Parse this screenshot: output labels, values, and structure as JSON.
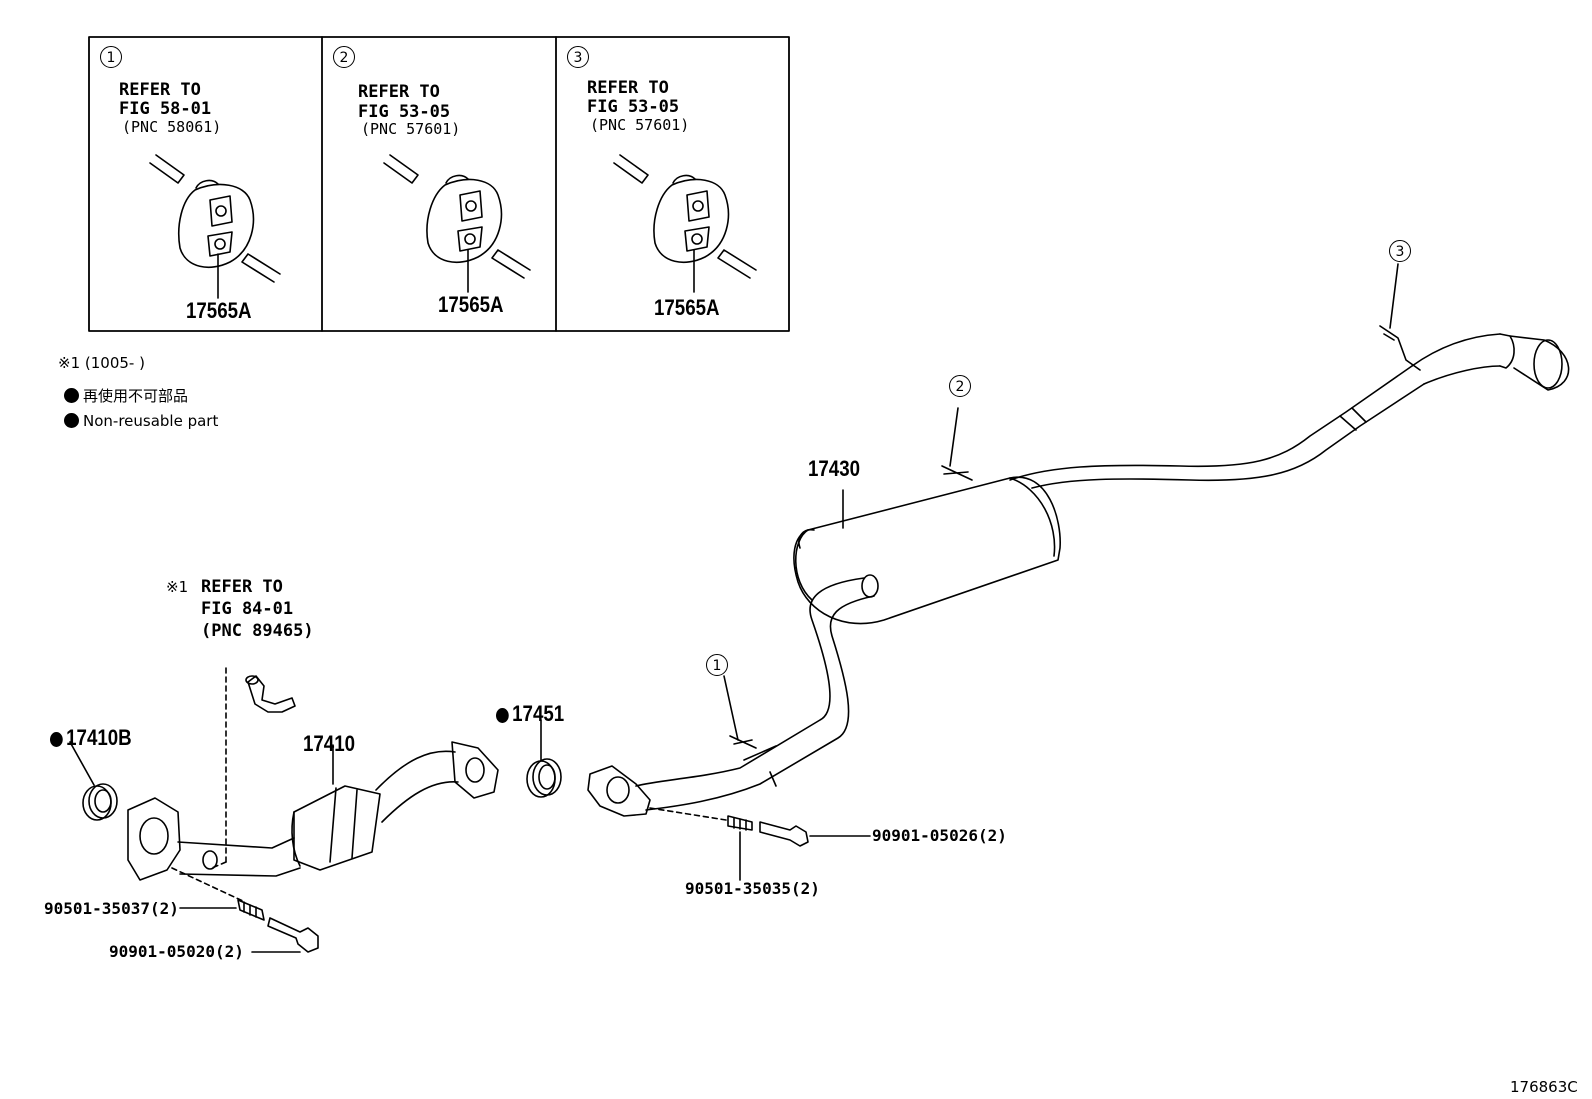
{
  "insets": [
    {
      "num": "1",
      "refer": "REFER TO",
      "fig": "FIG 58-01",
      "pnc": "(PNC 58061)",
      "part": "17565A"
    },
    {
      "num": "2",
      "refer": "REFER TO",
      "fig": "FIG 53-05",
      "pnc": "(PNC 57601)",
      "part": "17565A"
    },
    {
      "num": "3",
      "refer": "REFER TO",
      "fig": "FIG 53-05",
      "pnc": "(PNC 57601)",
      "part": "17565A"
    }
  ],
  "legend": {
    "note1": "※1 (1005-     )",
    "jp": "再使用不可部品",
    "en": "Non-reusable part"
  },
  "sensor_ref": {
    "mark": "※1",
    "refer": "REFER TO",
    "fig": "FIG 84-01",
    "pnc": "(PNC 89465)"
  },
  "parts": {
    "p17430": "17430",
    "p17410": "17410",
    "p17410b": "17410B",
    "p17451": "17451",
    "p90901_05026": "90901-05026(2)",
    "p90501_35035": "90501-35035(2)",
    "p90501_35037": "90501-35037(2)",
    "p90901_05020": "90901-05020(2)"
  },
  "hanger_markers": {
    "m1": "1",
    "m2": "2",
    "m3": "3"
  },
  "diagram_id": "176863C"
}
